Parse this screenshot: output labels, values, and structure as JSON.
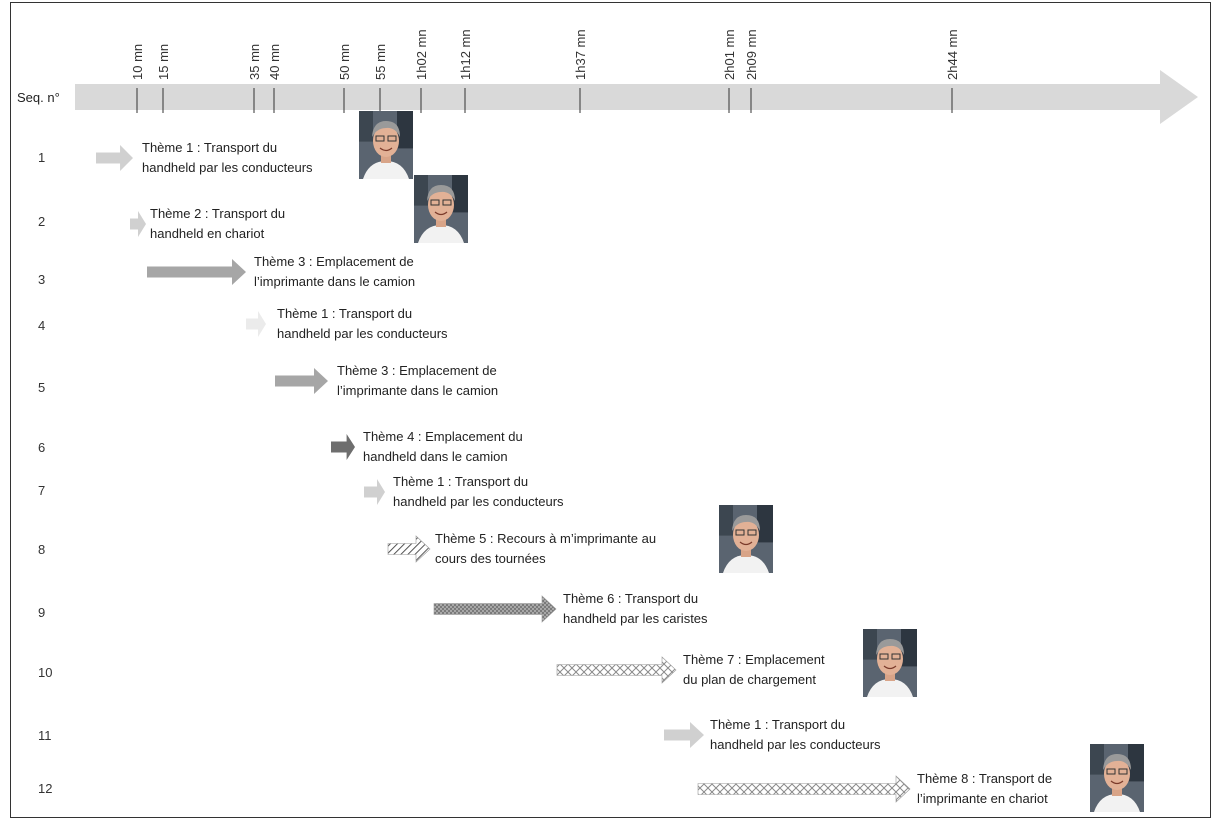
{
  "axis": {
    "title": "Seq. n°",
    "ticks": [
      "10 mn",
      "15 mn",
      "35 mn",
      "40 mn",
      "50 mn",
      "55 mn",
      "1h02 mn",
      "1h12 mn",
      "1h37 mn",
      "2h01 mn",
      "2h09 mn",
      "2h44 mn"
    ]
  },
  "sequences": [
    {
      "n": "1",
      "lines": [
        "Thème 1 : Transport du",
        "handheld par les conducteurs"
      ],
      "photo": true,
      "arrow": "light"
    },
    {
      "n": "2",
      "lines": [
        "Thème 2 : Transport du",
        "handheld en chariot"
      ],
      "photo": true,
      "arrow": "light"
    },
    {
      "n": "3",
      "lines": [
        "Thème 3 : Emplacement de",
        "l’imprimante dans le camion"
      ],
      "photo": false,
      "arrow": "medium"
    },
    {
      "n": "4",
      "lines": [
        "Thème 1 : Transport du",
        "handheld par les conducteurs"
      ],
      "photo": false,
      "arrow": "pale"
    },
    {
      "n": "5",
      "lines": [
        "Thème 3 : Emplacement de",
        "l’imprimante dans le camion"
      ],
      "photo": false,
      "arrow": "medium"
    },
    {
      "n": "6",
      "lines": [
        "Thème 4 : Emplacement du",
        "handheld dans le camion"
      ],
      "photo": false,
      "arrow": "dark"
    },
    {
      "n": "7",
      "lines": [
        "Thème 1 : Transport du",
        "handheld par les conducteurs"
      ],
      "photo": false,
      "arrow": "light"
    },
    {
      "n": "8",
      "lines": [
        "Thème 5 : Recours à m’imprimante au",
        "cours des tournées"
      ],
      "photo": true,
      "arrow": "hatched"
    },
    {
      "n": "9",
      "lines": [
        "Thème 6 : Transport du",
        "handheld par les caristes"
      ],
      "photo": false,
      "arrow": "dotted"
    },
    {
      "n": "10",
      "lines": [
        "Thème 7 : Emplacement",
        "du plan de chargement"
      ],
      "photo": true,
      "arrow": "crosshatch"
    },
    {
      "n": "11",
      "lines": [
        "Thème 1 : Transport du",
        "handheld par les conducteurs"
      ],
      "photo": false,
      "arrow": "light"
    },
    {
      "n": "12",
      "lines": [
        "Thème 8 : Transport de",
        "l’imprimante en chariot"
      ],
      "photo": true,
      "arrow": "crosshatch"
    }
  ],
  "colors": {
    "axis_arrow": "#d9d9d9",
    "light": "#d0d0d0",
    "pale": "#ebebeb",
    "medium": "#a6a6a6",
    "dark": "#6e6e6e",
    "dotted": "#8c8c8c"
  },
  "photo_icon": "person-photo-icon"
}
